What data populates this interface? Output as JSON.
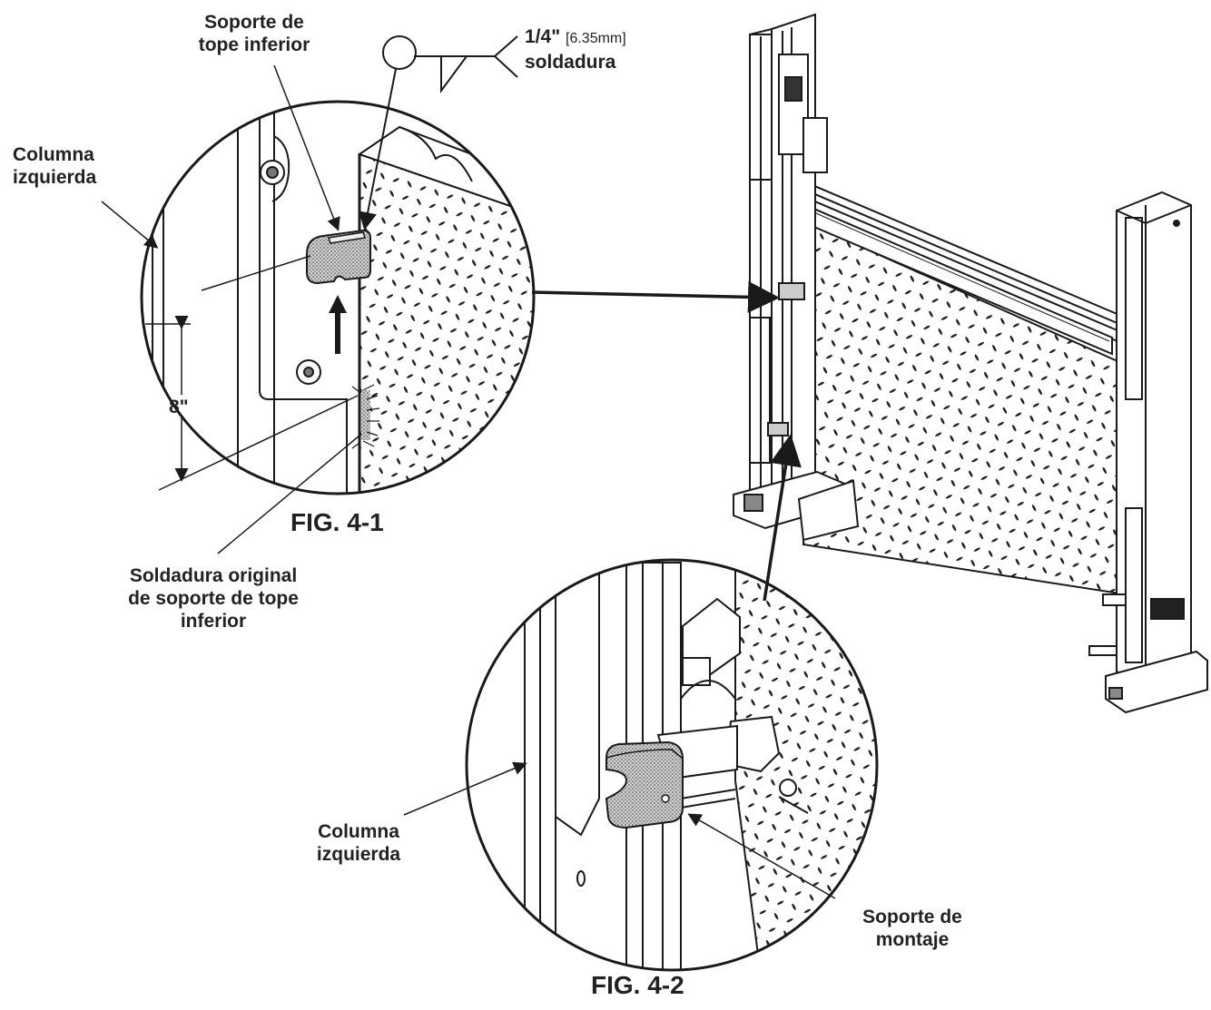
{
  "labels": {
    "stop_bracket": [
      "Soporte de",
      "tope inferior"
    ],
    "weld_size": "1/4\"",
    "weld_size_metric": "[6.35mm]",
    "weld_word": "soldadura",
    "left_column_top": [
      "Columna",
      "izquierda"
    ],
    "dimension": "8\"",
    "original_weld": [
      "Soldadura original",
      "de soporte de tope",
      "inferior"
    ],
    "left_column_bottom": [
      "Columna",
      "izquierda"
    ],
    "mounting_bracket": [
      "Soporte de",
      "montaje"
    ]
  },
  "figures": {
    "fig1": "FIG. 4-1",
    "fig2": "FIG. 4-2"
  },
  "colors": {
    "line": "#1a1a1a",
    "shade": "#9a9a9a"
  }
}
